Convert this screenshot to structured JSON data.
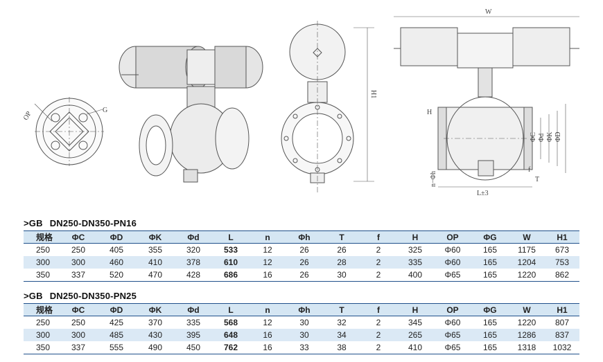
{
  "labels": {
    "op": "OP",
    "g": "G",
    "w": "W",
    "h1": "H1",
    "h": "H",
    "phi_c": "ΦC",
    "phi_d_small": "Φd",
    "phi_k": "ΦK",
    "phi_d": "ΦD",
    "f": "f",
    "t": "T",
    "n_phi_h": "n−Φh",
    "l_tol": "L±3"
  },
  "columns": [
    "规格",
    "ΦC",
    "ΦD",
    "ΦK",
    "Φd",
    "L",
    "n",
    "Φh",
    "T",
    "f",
    "H",
    "OP",
    "ΦG",
    "W",
    "H1"
  ],
  "tables": [
    {
      "prefix": ">GB",
      "title": "DN250-DN350-PN16",
      "rows": [
        [
          "250",
          "250",
          "405",
          "355",
          "320",
          "533",
          "12",
          "26",
          "26",
          "2",
          "325",
          "Φ60",
          "165",
          "1175",
          "673"
        ],
        [
          "300",
          "300",
          "460",
          "410",
          "378",
          "610",
          "12",
          "26",
          "28",
          "2",
          "335",
          "Φ60",
          "165",
          "1204",
          "753"
        ],
        [
          "350",
          "337",
          "520",
          "470",
          "428",
          "686",
          "16",
          "26",
          "30",
          "2",
          "400",
          "Φ65",
          "165",
          "1220",
          "862"
        ]
      ]
    },
    {
      "prefix": ">GB",
      "title": "DN250-DN350-PN25",
      "rows": [
        [
          "250",
          "250",
          "425",
          "370",
          "335",
          "568",
          "12",
          "30",
          "32",
          "2",
          "345",
          "Φ60",
          "165",
          "1220",
          "807"
        ],
        [
          "300",
          "300",
          "485",
          "430",
          "395",
          "648",
          "16",
          "30",
          "34",
          "2",
          "265",
          "Φ65",
          "165",
          "1286",
          "837"
        ],
        [
          "350",
          "337",
          "555",
          "490",
          "450",
          "762",
          "16",
          "33",
          "38",
          "2",
          "410",
          "Φ65",
          "165",
          "1318",
          "1032"
        ]
      ]
    }
  ],
  "colors": {
    "header_bg": "#d5e6f3",
    "alt_row_bg": "#dbe9f5",
    "rule": "#1f4f8a"
  }
}
